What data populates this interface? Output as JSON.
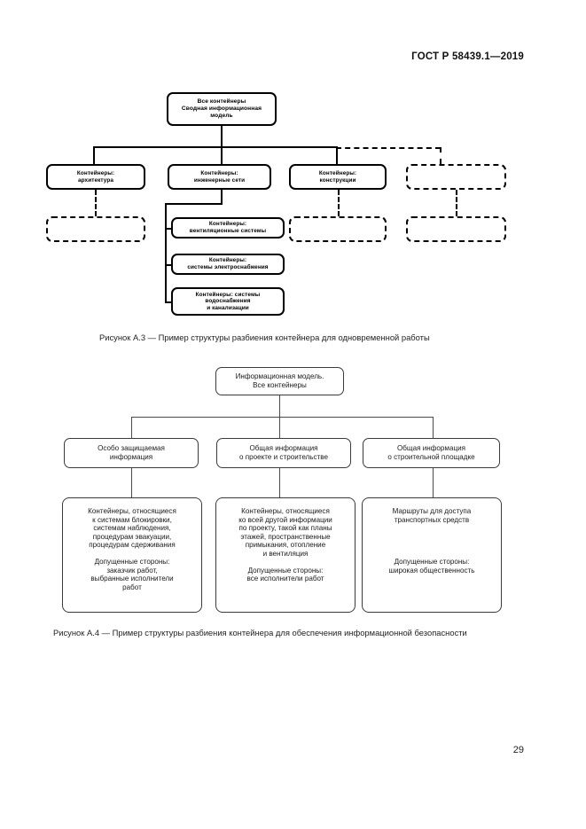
{
  "header": {
    "standard_title": "ГОСТ Р 58439.1—2019"
  },
  "page": {
    "number": "29"
  },
  "figure_a3": {
    "caption": "Рисунок А.3 — Пример структуры разбиения контейнера для одновременной работы",
    "root": "Все контейнеры\nСводная информационная модель",
    "level2": [
      {
        "label": "Контейнеры:\nархитектура",
        "style": "solid"
      },
      {
        "label": "Контейнеры:\nинженерные сети",
        "style": "solid"
      },
      {
        "label": "Контейнеры:\nконструкции",
        "style": "solid"
      },
      {
        "label": "",
        "style": "dashed"
      }
    ],
    "level3_placeholders": [
      {
        "label": "",
        "style": "dashed"
      },
      {
        "label": "",
        "style": "dashed"
      },
      {
        "label": "",
        "style": "dashed"
      }
    ],
    "engineering_children": [
      "Контейнеры:\nвентиляционные системы",
      "Контейнеры:\nсистемы электроснабжения",
      "Контейнеры: системы\nводоснабжения\nи канализации"
    ]
  },
  "figure_a4": {
    "caption": "Рисунок А.4 — Пример структуры разбиения контейнера для обеспечения информационной безопасности",
    "root": "Информационная модель.\nВсе контейнеры",
    "categories": [
      "Особо защищаемая\nинформация",
      "Общая информация\nо проекте и строительстве",
      "Общая информация\nо строительной площадке"
    ],
    "details": [
      "Контейнеры, относящиеся\nк системам блокировки,\nсистемам наблюдения,\nпроцедурам эвакуации,\nпроцедурам сдерживания\n\nДопущенные стороны:\nзаказчик работ,\nвыбранные исполнители\nработ",
      "Контейнеры, относящиеся\nко всей другой информации\nпо проекту, такой как планы\nэтажей, пространственные\nпримыкания, отопление\nи вентиляция\n\nДопущенные стороны:\nвсе исполнители работ",
      "Маршруты для доступа\nтранспортных средств\n\n\n\n\nДопущенные стороны:\nширокая общественность"
    ]
  }
}
